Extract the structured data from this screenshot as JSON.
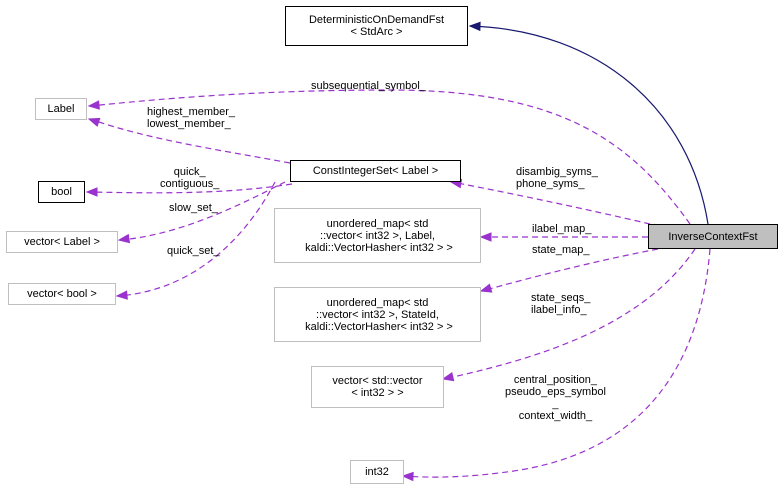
{
  "colors": {
    "inheritance_edge": "#191970",
    "member_edge": "#9a32cd",
    "node_border_default": "#bfbfbf",
    "node_border_strong": "#000000",
    "focus_fill": "#bfbfbf"
  },
  "nodes": {
    "deterministic": {
      "lines": [
        "DeterministicOnDemandFst",
        "< StdArc >"
      ]
    },
    "label": {
      "lines": [
        "Label"
      ]
    },
    "bool": {
      "lines": [
        "bool"
      ]
    },
    "vector_label": {
      "lines": [
        "vector< Label >"
      ]
    },
    "vector_bool": {
      "lines": [
        "vector< bool >"
      ]
    },
    "const_integer_set": {
      "lines": [
        "ConstIntegerSet< Label >"
      ]
    },
    "unordered_map_label": {
      "lines": [
        "unordered_map< std",
        "::vector< int32 >, Label,",
        " kaldi::VectorHasher< int32 > >"
      ]
    },
    "unordered_map_stateid": {
      "lines": [
        "unordered_map< std",
        "::vector< int32 >, StateId,",
        " kaldi::VectorHasher< int32 > >"
      ]
    },
    "vector_vector": {
      "lines": [
        "vector< std::vector",
        "< int32 > >"
      ]
    },
    "int32": {
      "lines": [
        "int32"
      ]
    },
    "inverse_context_fst": {
      "lines": [
        "InverseContextFst"
      ]
    }
  },
  "edge_labels": {
    "subsequential_symbol": "subsequential_symbol_",
    "highest_lowest": "highest_member_\nlowest_member_",
    "quick_contiguous": "quick_\ncontiguous_",
    "slow_set": "slow_set_",
    "quick_set": "quick_set_",
    "disambig_phone": "disambig_syms_\nphone_syms_",
    "ilabel_map": "ilabel_map_",
    "state_map": "state_map_",
    "state_seqs_ilabel_info": "state_seqs_\nilabel_info_",
    "central_pseudo_context": "central_position_\npseudo_eps_symbol\n_\ncontext_width_"
  }
}
